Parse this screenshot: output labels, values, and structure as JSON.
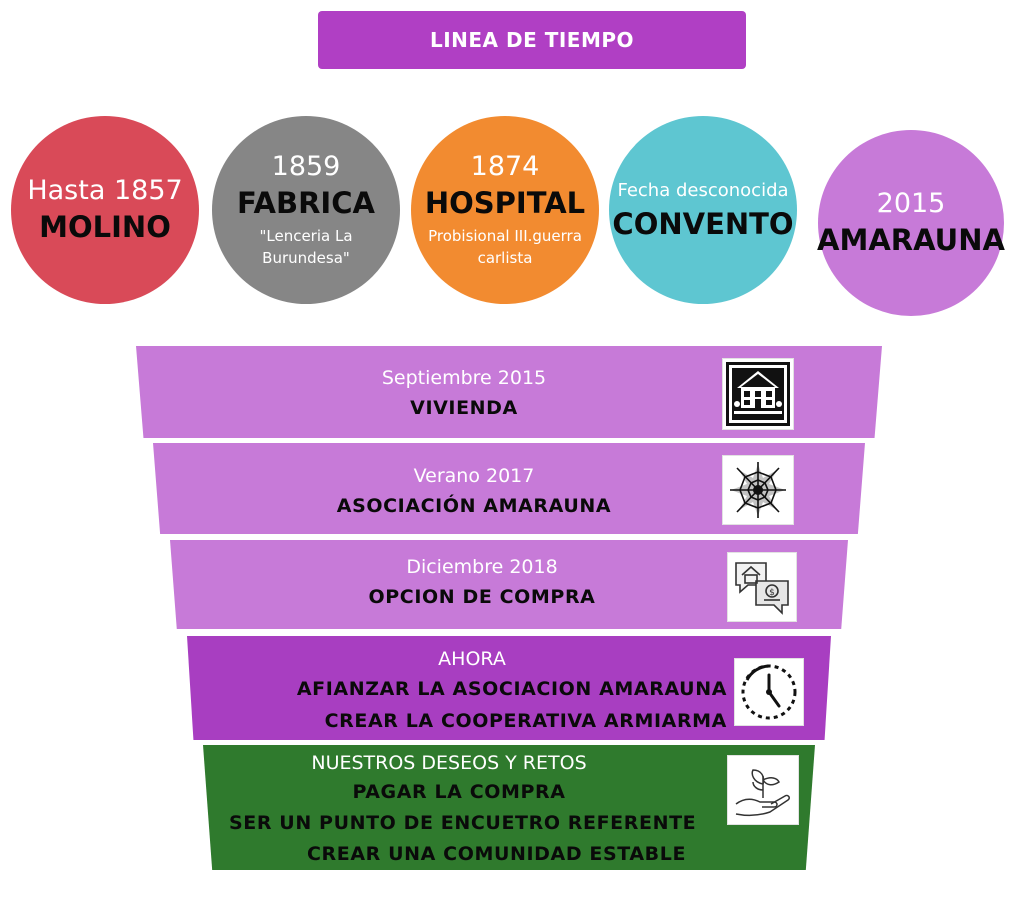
{
  "title": "LINEA DE TIEMPO",
  "milestones": [
    {
      "year": "Hasta 1857",
      "name": "MOLINO",
      "sub": ""
    },
    {
      "year": "1859",
      "name": "FABRICA",
      "sub": "\"Lenceria La Burundesa\""
    },
    {
      "year": "1874",
      "name": "HOSPITAL",
      "sub": "Probisional III.guerra carlista"
    },
    {
      "year": "Fecha desconocida",
      "name": "CONVENTO",
      "sub": ""
    },
    {
      "year": "2015",
      "name": "AMARAUNA",
      "sub": ""
    }
  ],
  "stages": [
    {
      "date": "Septiembre 2015",
      "lines": [
        "VIVIENDA"
      ],
      "icon": "house-icon"
    },
    {
      "date": "Verano 2017",
      "lines": [
        "ASOCIACIÓN AMARAUNA"
      ],
      "icon": "spider-web-icon"
    },
    {
      "date": "Diciembre 2018",
      "lines": [
        "OPCION DE COMPRA"
      ],
      "icon": "house-purchase-chat-icon"
    },
    {
      "date": "AHORA",
      "lines": [
        "AFIANZAR LA ASOCIACION AMARAUNA",
        "CREAR LA COOPERATIVA ARMIARMA"
      ],
      "icon": "clock-icon"
    },
    {
      "date": "NUESTROS DESEOS Y RETOS",
      "lines": [
        "PAGAR LA COMPRA",
        "SER UN PUNTO DE ENCUETRO REFERENTE",
        "CREAR UNA COMUNIDAD ESTABLE"
      ],
      "icon": "hand-plant-icon"
    }
  ],
  "colors": {
    "title": "#b03fc4",
    "molino": "#d94a58",
    "fabrica": "#868686",
    "hospital": "#f28b30",
    "convento": "#5ec6d1",
    "amarauna": "#c77ad8",
    "stage_light": "#c77ad8",
    "stage_now": "#a83ec1",
    "stage_future": "#2f7a2d"
  }
}
